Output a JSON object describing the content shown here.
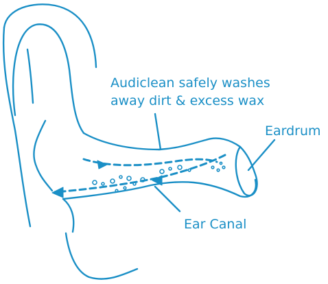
{
  "labels": {
    "caption_line1": "Audiclean safely washes",
    "caption_line2": "away dirt & excess wax",
    "eardrum": "Eardrum",
    "ear_canal": "Ear Canal"
  },
  "colors": {
    "stroke": "#1a8fc6",
    "text": "#1a8fc6",
    "background": "#ffffff"
  }
}
